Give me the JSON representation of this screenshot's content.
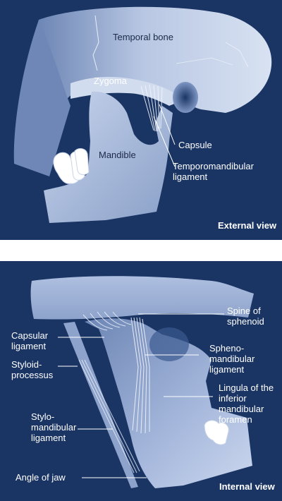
{
  "top_panel": {
    "view_label": "External view",
    "labels": {
      "temporal_bone": "Temporal bone",
      "zygoma": "Zygoma",
      "mandible": "Mandible",
      "capsule": "Capsule",
      "temporomandibular_ligament": "Temporomandibular\nligament"
    }
  },
  "bottom_panel": {
    "view_label": "Internal view",
    "labels": {
      "spine_of_sphenoid": "Spine of\nsphenoid",
      "capsular_ligament": "Capsular\nligament",
      "styloid_process": "Styloid-\nprocessus",
      "sphenomandibular_ligament": "Spheno-\nmandibular\nligament",
      "lingula": "Lingula of the\ninferior\nmandibular\nforamen",
      "stylomandibular_ligament": "Stylo-\nmandibular\nligament",
      "angle_of_jaw": "Angle of jaw"
    }
  },
  "colors": {
    "background": "#1a3564",
    "bone_light": "#c6d3ea",
    "bone_mid": "#8fa3c8",
    "bone_dark": "#5f79a8",
    "label": "#ffffff"
  }
}
